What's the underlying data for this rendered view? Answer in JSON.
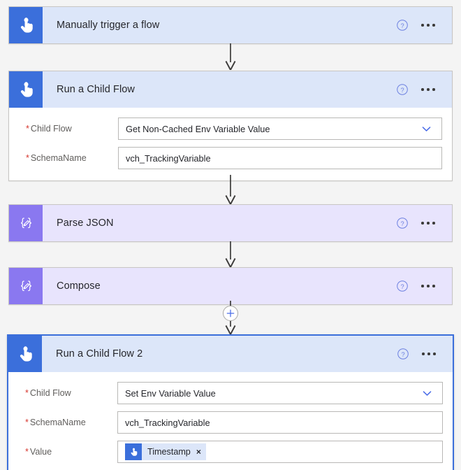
{
  "designer": {
    "background_color": "#f4f4f4",
    "accent_blue": "#3b6fdb",
    "accent_purple": "#8a78f0",
    "required_star_color": "#d6322a"
  },
  "icons": {
    "help": "help-circle-icon",
    "overflow": "ellipsis-icon",
    "dropdown": "chevron-down-icon",
    "add": "plus-icon",
    "manual_trigger": "tap-hand-icon",
    "data_operation": "braces-pencil-icon",
    "token_remove": "close-icon"
  },
  "labels": {
    "help": "?",
    "more_commands": "...",
    "add_step": "+",
    "token_remove": "×"
  },
  "steps": [
    {
      "id": "manually-trigger-a-flow",
      "title": "Manually trigger a flow",
      "theme": "blue",
      "icon": "tap-hand-icon",
      "selected": false,
      "expanded": false,
      "fields": []
    },
    {
      "id": "run-a-child-flow",
      "title": "Run a Child Flow",
      "theme": "blue",
      "icon": "tap-hand-icon",
      "selected": false,
      "expanded": true,
      "fields": [
        {
          "label": "Child Flow",
          "required": true,
          "control": "dropdown",
          "value": "Get Non-Cached Env Variable Value"
        },
        {
          "label": "SchemaName",
          "required": true,
          "control": "text",
          "value": "vch_TrackingVariable"
        }
      ]
    },
    {
      "id": "parse-json",
      "title": "Parse JSON",
      "theme": "purple",
      "icon": "braces-pencil-icon",
      "selected": false,
      "expanded": false,
      "fields": []
    },
    {
      "id": "compose",
      "title": "Compose",
      "theme": "purple",
      "icon": "braces-pencil-icon",
      "selected": false,
      "expanded": false,
      "fields": []
    },
    {
      "id": "run-a-child-flow-2",
      "title": "Run a Child Flow 2",
      "theme": "blue",
      "icon": "tap-hand-icon",
      "selected": true,
      "expanded": true,
      "fields": [
        {
          "label": "Child Flow",
          "required": true,
          "control": "dropdown",
          "value": "Set Env Variable Value"
        },
        {
          "label": "SchemaName",
          "required": true,
          "control": "text",
          "value": "vch_TrackingVariable"
        },
        {
          "label": "Value",
          "required": true,
          "control": "token",
          "value": "",
          "token": {
            "label": "Timestamp",
            "icon": "tap-hand-icon",
            "remove": "×"
          }
        }
      ]
    }
  ],
  "connectors": [
    {
      "from": "manually-trigger-a-flow",
      "to": "run-a-child-flow",
      "has_add_button": false
    },
    {
      "from": "run-a-child-flow",
      "to": "parse-json",
      "has_add_button": false
    },
    {
      "from": "parse-json",
      "to": "compose",
      "has_add_button": false
    },
    {
      "from": "compose",
      "to": "run-a-child-flow-2",
      "has_add_button": true
    }
  ]
}
